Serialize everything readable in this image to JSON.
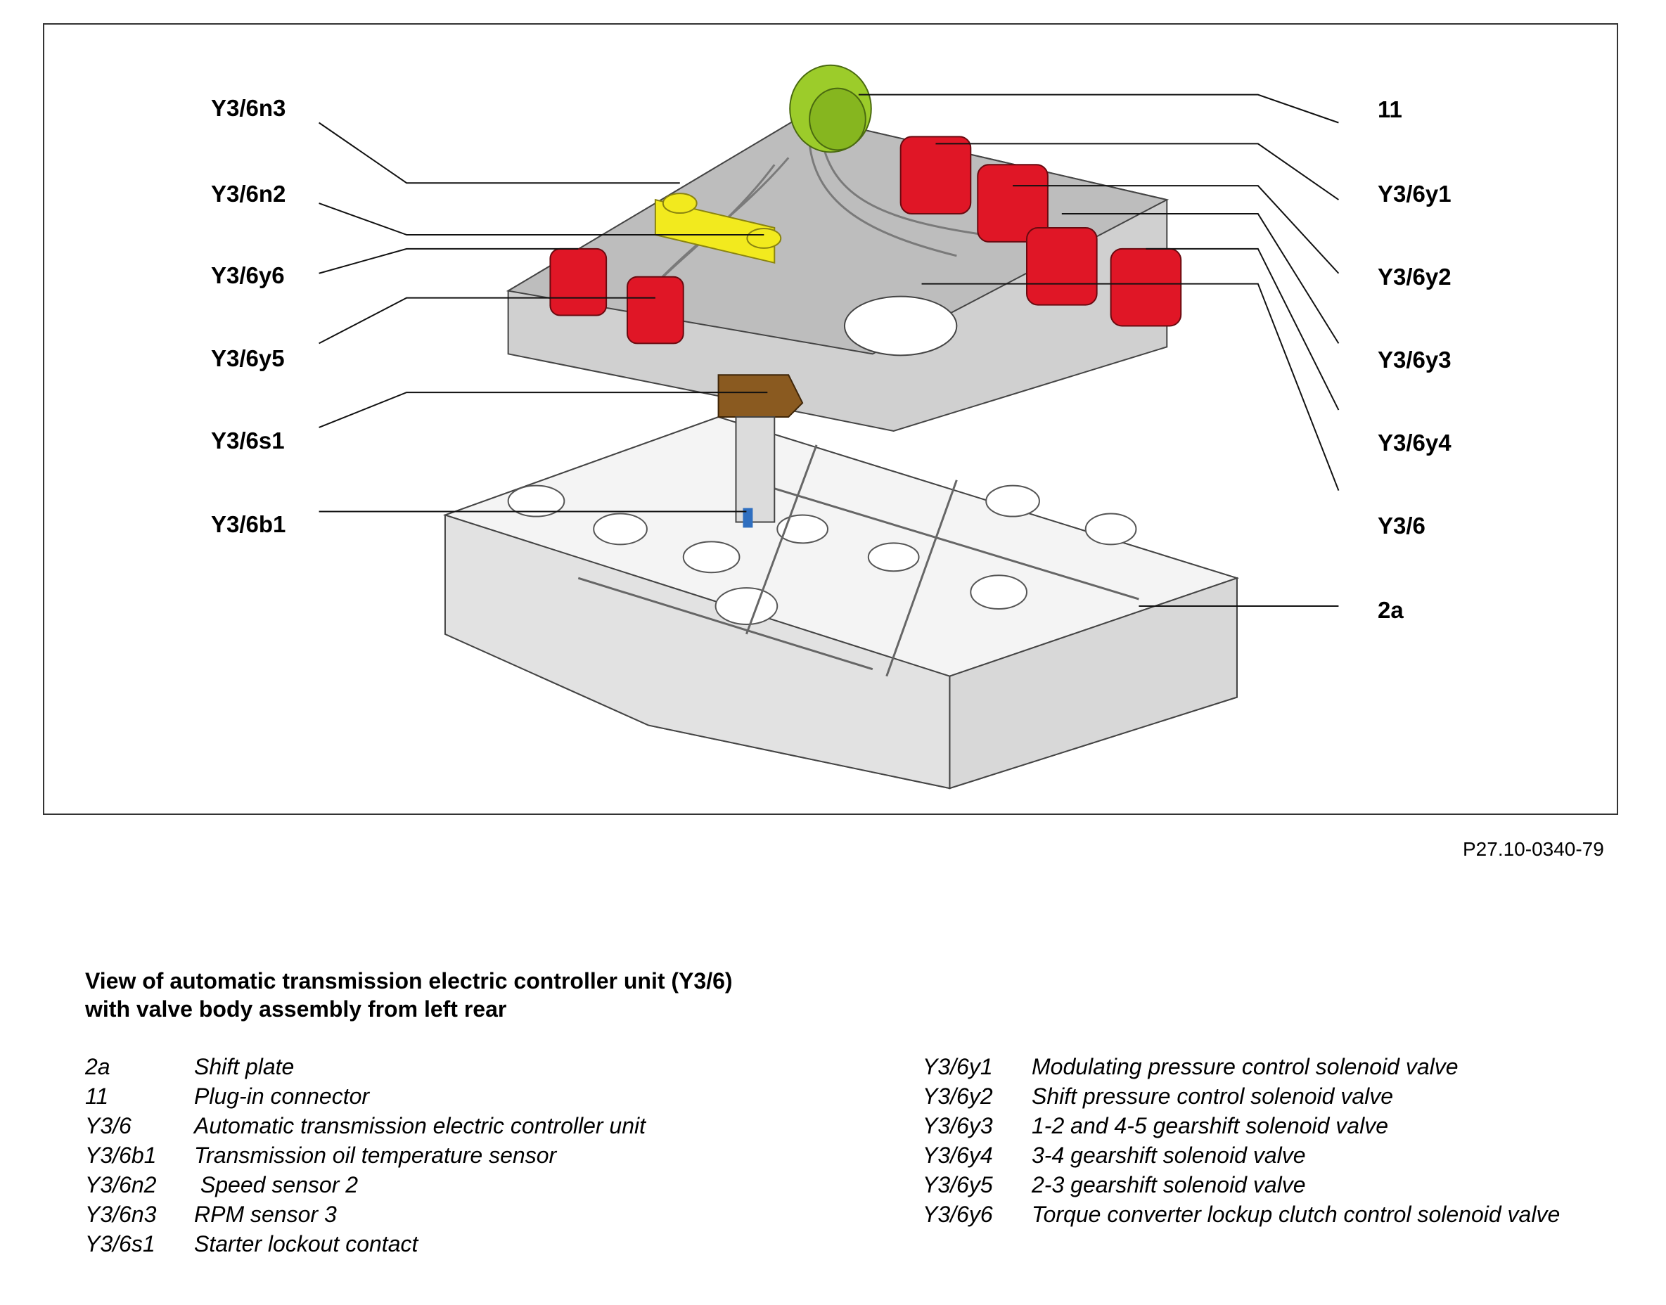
{
  "figure": {
    "code": "P27.10-0340-79",
    "left_callouts": [
      "Y3/6n3",
      "Y3/6n2",
      "Y3/6y6",
      "Y3/6y5",
      "Y3/6s1",
      "Y3/6b1"
    ],
    "right_callouts": [
      "11",
      "Y3/6y1",
      "Y3/6y2",
      "Y3/6y3",
      "Y3/6y4",
      "Y3/6",
      "2a"
    ]
  },
  "caption": {
    "line1": "View of automatic transmission electric controller unit (Y3/6)",
    "line2": "with valve body assembly from left rear"
  },
  "legend": {
    "left": [
      {
        "code": "2a",
        "text": "Shift plate"
      },
      {
        "code": "11",
        "text": "Plug-in connector"
      },
      {
        "code": "Y3/6",
        "text": "Automatic transmission electric controller unit"
      },
      {
        "code": "Y3/6b1",
        "text": "Transmission oil temperature sensor"
      },
      {
        "code": "Y3/6n2",
        "text": " Speed sensor 2"
      },
      {
        "code": "Y3/6n3",
        "text": "RPM sensor 3"
      },
      {
        "code": "Y3/6s1",
        "text": "Starter lockout contact"
      }
    ],
    "right": [
      {
        "code": "Y3/6y1",
        "text": "Modulating pressure control solenoid valve"
      },
      {
        "code": "Y3/6y2",
        "text": "Shift pressure control solenoid valve"
      },
      {
        "code": "Y3/6y3",
        "text": "1-2 and 4-5 gearshift solenoid valve"
      },
      {
        "code": "Y3/6y4",
        "text": "3-4 gearshift solenoid valve"
      },
      {
        "code": "Y3/6y5",
        "text": "2-3 gearshift solenoid valve"
      },
      {
        "code": "Y3/6y6",
        "text": "Torque converter lockup clutch control solenoid valve"
      }
    ]
  },
  "colors": {
    "connector": "#9ccc2a",
    "solenoid": "#e01626",
    "speed_sensor": "#f2ea1e",
    "starter_contact": "#8a5a20",
    "temp_sensor": "#2f6fc0",
    "housing": "#c8c8c8",
    "valve_body": "#ececec"
  }
}
